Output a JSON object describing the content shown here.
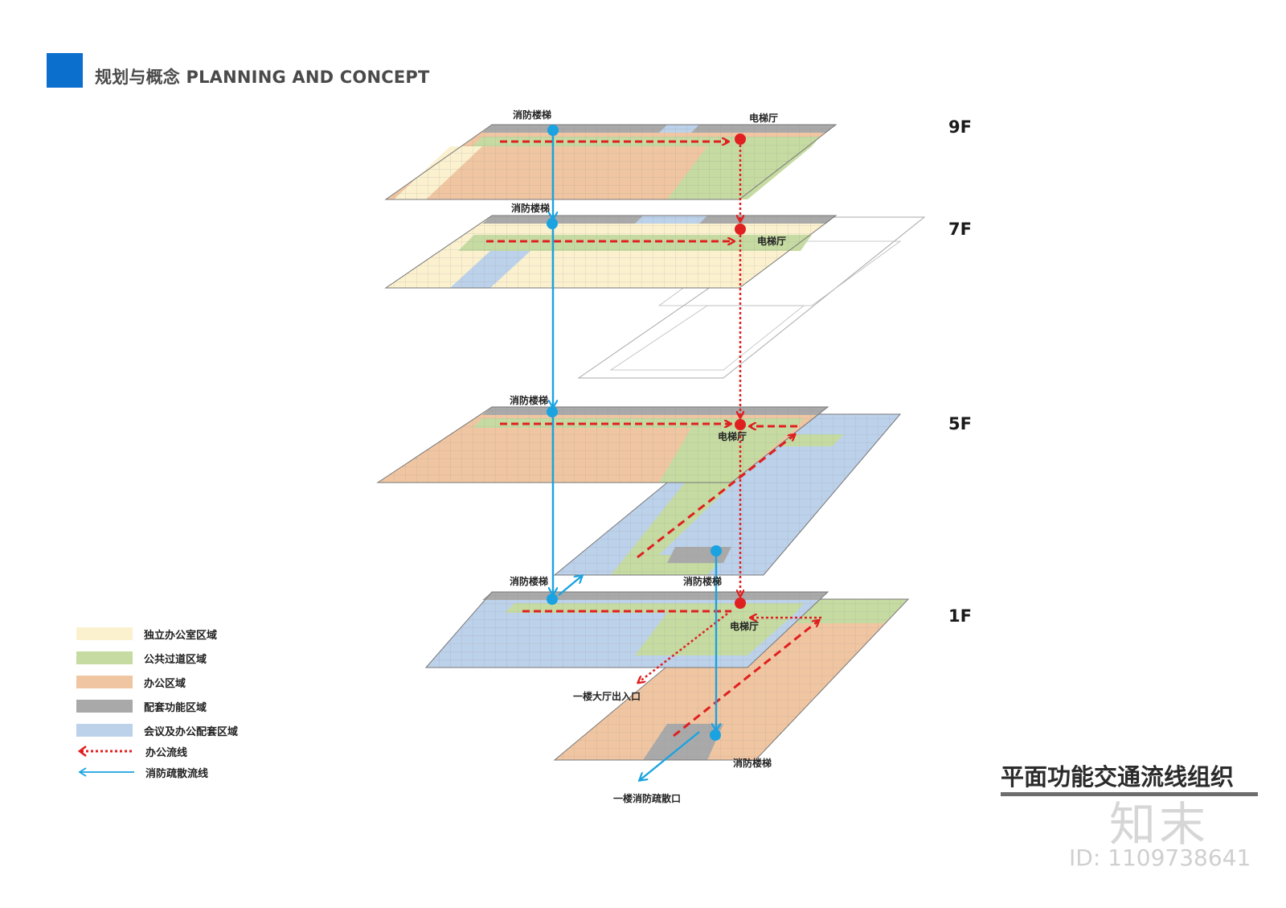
{
  "header": {
    "title": "规划与概念 PLANNING AND CONCEPT",
    "accent": "#0b6fce"
  },
  "floors": [
    "9F",
    "7F",
    "5F",
    "1F"
  ],
  "labels": {
    "fire_stair": "消防楼梯",
    "elevator_hall": "电梯厅",
    "lobby_exit": "一楼大厅出入口",
    "fire_exit": "一楼消防疏散口"
  },
  "legend": [
    {
      "label": "独立办公室区域",
      "color": "#fbf1cf",
      "kind": "swatch"
    },
    {
      "label": "公共过道区域",
      "color": "#c6dba2",
      "kind": "swatch"
    },
    {
      "label": "办公区域",
      "color": "#f0c6a2",
      "kind": "swatch"
    },
    {
      "label": "配套功能区域",
      "color": "#a9a9a9",
      "kind": "swatch"
    },
    {
      "label": "会议及办公配套区域",
      "color": "#bcd1ea",
      "kind": "swatch"
    },
    {
      "label": "办公流线",
      "color": "#e02020",
      "kind": "dashed-arrow"
    },
    {
      "label": "消防疏散流线",
      "color": "#1aa3e0",
      "kind": "arrow"
    }
  ],
  "caption": "平面功能交通流线组织",
  "watermark": {
    "logo": "知末",
    "id": "ID: 1109738641"
  },
  "colors": {
    "office_flow": "#e02020",
    "fire_flow": "#1aa3e0",
    "private_office": "#fbf1cf",
    "corridor": "#c6dba2",
    "office": "#f0c6a2",
    "support": "#a9a9a9",
    "meeting": "#bcd1ea"
  }
}
